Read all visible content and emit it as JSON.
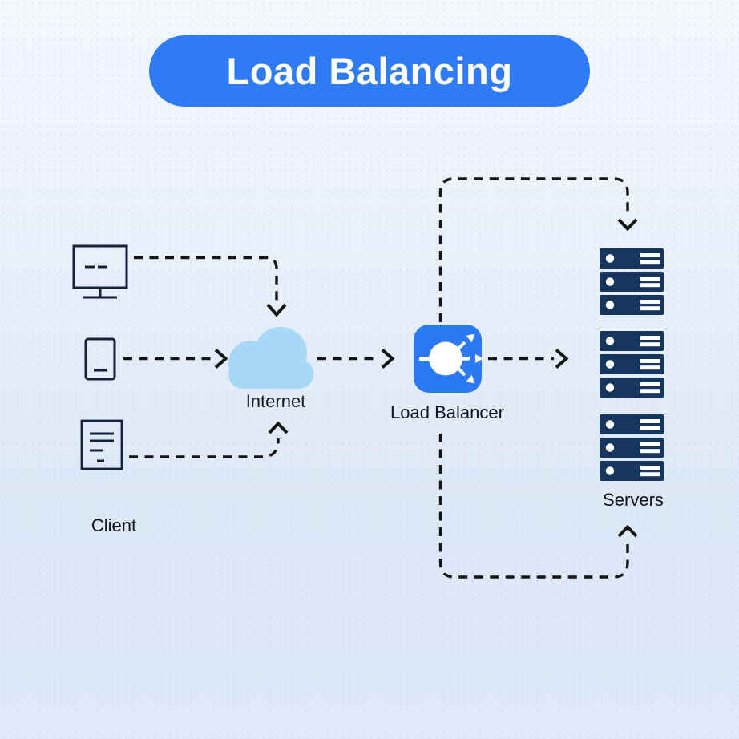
{
  "title": {
    "text": "Load Balancing"
  },
  "labels": {
    "client": "Client",
    "internet": "Internet",
    "load_balancer": "Load Balancer",
    "servers": "Servers"
  },
  "colors": {
    "title_bg": "#2E7BF5",
    "title_text": "#FFFFFF",
    "cloud": "#A7D9F7",
    "load_balancer_bg": "#2B7AF4",
    "server": "#17365E",
    "arrow": "#151515",
    "outline": "#16213D",
    "label_text": "#10131C"
  },
  "structure": {
    "client_devices": [
      "desktop",
      "mobile",
      "document"
    ],
    "flow": [
      "Client",
      "Internet",
      "Load Balancer",
      "Servers"
    ],
    "server_racks": 3,
    "servers_per_rack": 3,
    "arrow_style": "dashed"
  }
}
